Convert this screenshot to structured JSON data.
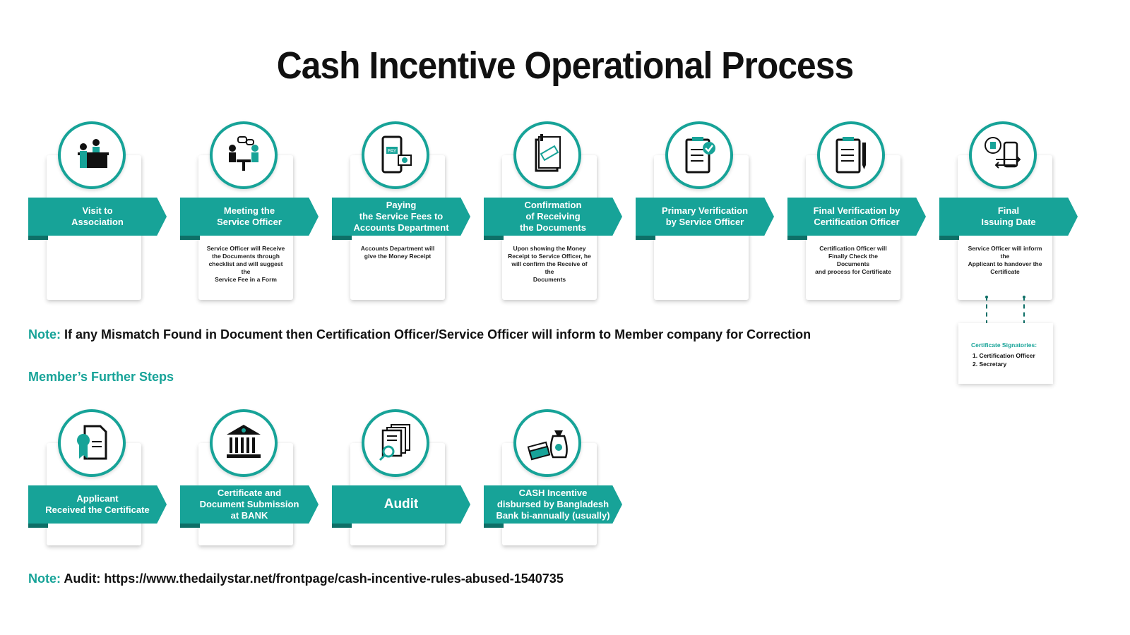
{
  "title": "Cash Incentive Operational Process",
  "steps": [
    {
      "label": "Visit to\nAssociation",
      "desc": "",
      "icon": "reception-desk-icon"
    },
    {
      "label": "Meeting the\nService Officer",
      "desc": "Service Officer will Receive\nthe Documents through\nchecklist and will suggest the\nService Fee in a Form",
      "icon": "meeting-icon"
    },
    {
      "label": "Paying\nthe Service Fees to\nAccounts Department",
      "desc": "Accounts Department will\ngive the Money Receipt",
      "icon": "mobile-pay-icon"
    },
    {
      "label": "Confirmation\nof Receiving\nthe Documents",
      "desc": "Upon showing the Money\nReceipt to Service Officer, he\nwill confirm the Receive of the\nDocuments",
      "icon": "received-stamp-icon"
    },
    {
      "label": "Primary Verification\nby Service Officer",
      "desc": "",
      "icon": "clipboard-check-icon"
    },
    {
      "label": "Final Verification by\nCertification Officer",
      "desc": "Certification Officer will\nFinally Check the Documents\nand process for Certificate",
      "icon": "clipboard-pen-icon"
    },
    {
      "label": "Final\nIssuing Date",
      "desc": "Service Officer will inform the\nApplicant to handover the\nCertificate",
      "icon": "phone-exchange-icon"
    }
  ],
  "signatories": {
    "title": "Certificate Signatories:",
    "items": [
      "1. Certification Officer",
      "2. Secretary"
    ]
  },
  "note1": {
    "label": "Note:",
    "text": " If any Mismatch Found in Document then Certification Officer/Service Officer will inform to Member company for Correction"
  },
  "further_heading": "Member’s Further Steps",
  "further_steps": [
    {
      "label": "Applicant\nReceived the Certificate",
      "icon": "certificate-icon"
    },
    {
      "label": "Certificate and\nDocument Submission\nat BANK",
      "icon": "bank-icon"
    },
    {
      "label": "Audit",
      "icon": "audit-documents-icon"
    },
    {
      "label": "CASH Incentive\ndisbursed by Bangladesh\nBank bi-annually (usually)",
      "icon": "money-bag-icon"
    }
  ],
  "note2": {
    "label": "Note:",
    "text": " Audit: https://www.thedailystar.net/frontpage/cash-incentive-rules-abused-1540735"
  },
  "colors": {
    "accent": "#17a398",
    "accent_dark": "#0e6f67"
  }
}
